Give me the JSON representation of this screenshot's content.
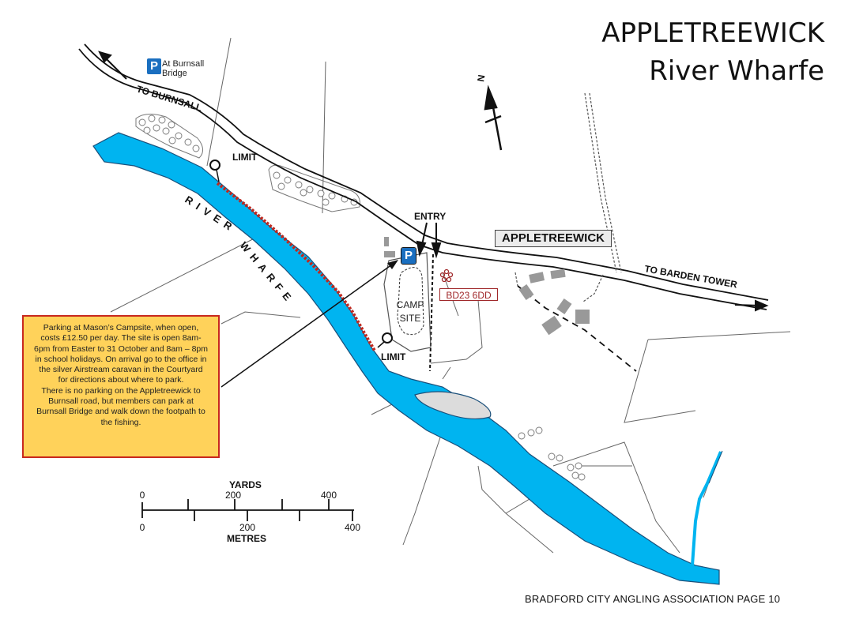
{
  "title": {
    "line1": "APPLETREEWICK",
    "line2": "River Wharfe"
  },
  "footer": "BRADFORD CITY ANGLING ASSOCIATION PAGE 10",
  "info_box": {
    "paragraph1": "Parking at Mason’s Campsite, when open, costs £12.50 per day. The site is open 8am-6pm from Easter to 31 October and 8am – 8pm in school holidays. On arrival go to the office in the silver Airstream caravan in the Courtyard for directions about where to park.",
    "paragraph2": "There is no parking on the Appletreewick to Burnsall road, but members can park at Burnsall Bridge and walk down the footpath to the fishing."
  },
  "parking": {
    "symbol": "P",
    "burnsall_note": "At Burnsall Bridge"
  },
  "map_labels": {
    "to_burnsall": "TO BURNSALL",
    "to_barden_tower": "TO BARDEN TOWER",
    "limit_upper": "LIMIT",
    "limit_lower": "LIMIT",
    "entry": "ENTRY",
    "village": "APPLETREEWICK",
    "postcode": "BD23 6DD",
    "river_word1": "RIVER",
    "river_word2": "WHARFE",
    "camp_line1": "CAMP",
    "camp_line2": "SITE",
    "north": "N"
  },
  "scale_bar": {
    "yards_label": "YARDS",
    "metres_label": "METRES",
    "yards_ticks": [
      "0",
      "200",
      "400"
    ],
    "metres_ticks": [
      "0",
      "200",
      "400"
    ]
  },
  "colors": {
    "river": "#00b4f0",
    "fishing_stretch": "#c0281e",
    "info_box_fill": "#ffd25a",
    "info_box_border": "#c8281e",
    "parking_blue": "#1a6fc0",
    "postcode_red": "#a0282a"
  }
}
